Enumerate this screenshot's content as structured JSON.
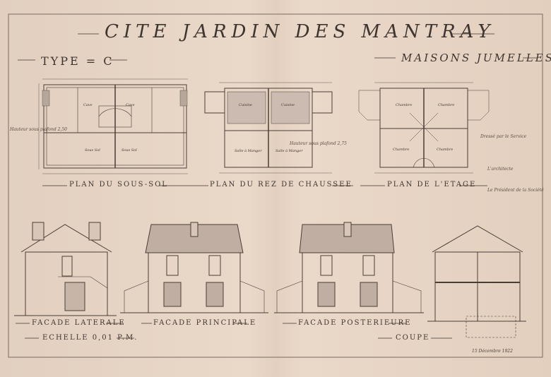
{
  "sheet": {
    "title": "CITE JARDIN DES MANTRAY",
    "type_label": "TYPE = C",
    "house_kind": "MAISONS JUMELLES",
    "date": "15 Décembre 1922",
    "paper_color": "#e6d3c3",
    "ink_color": "#3e3530"
  },
  "plans": {
    "basement": "PLAN DU SOUS-SOL",
    "ground": "PLAN DU REZ DE CHAUSSEE",
    "upper": "PLAN DE L'ETAGE"
  },
  "elevations": {
    "side": "FACADE LATERALE",
    "main": "FACADE PRINCIPALE",
    "rear": "FACADE POSTERIEURE",
    "section": "COUPE"
  },
  "scale": "ECHELLE 0,01 P.M.",
  "notes": {
    "left_plan": "Hauteur sous plafond 2,50",
    "ground_plan": "Hauteur sous plafond 2,75",
    "upper_plan": "Dressé par le Service",
    "architect": "L'architecte",
    "approved": "Le Président de la Société"
  }
}
